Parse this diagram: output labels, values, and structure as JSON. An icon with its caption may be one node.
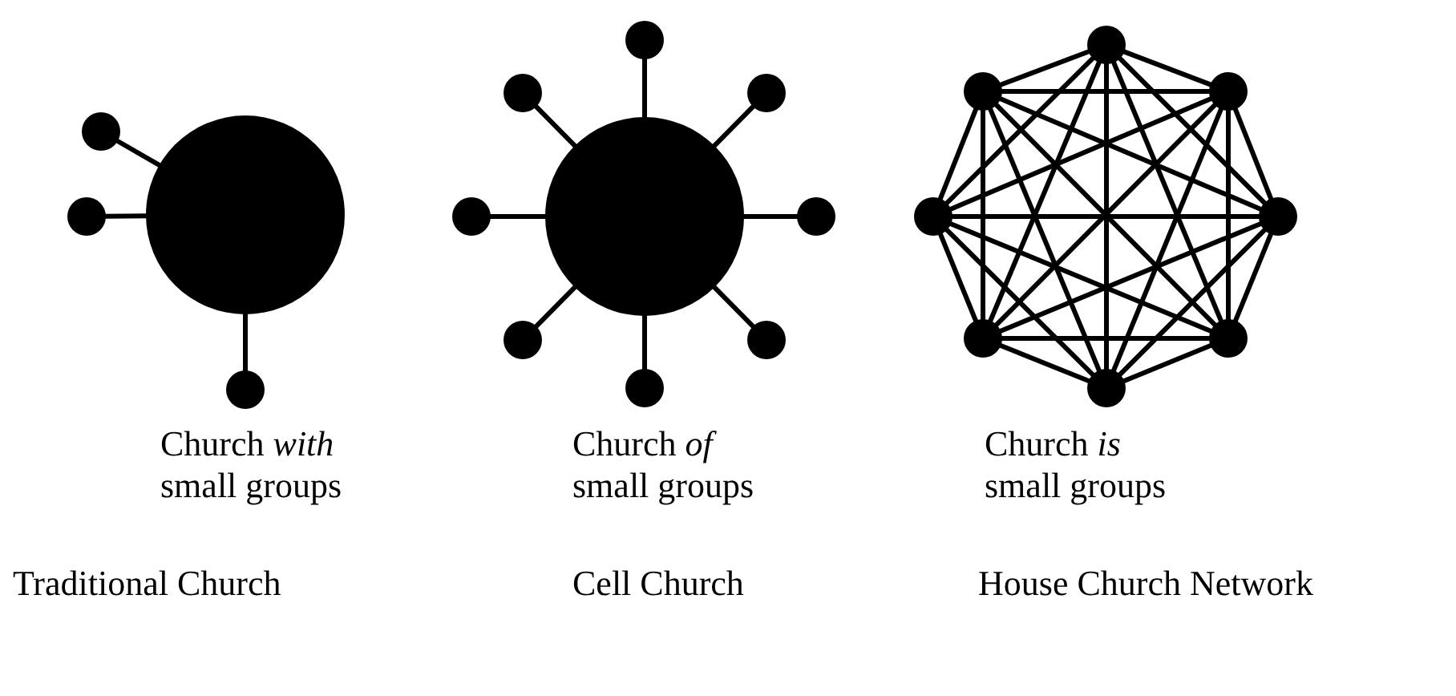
{
  "diagram": {
    "nodes": [
      {
        "text": [],
        "shape": "circle"
      },
      {
        "text": [],
        "shape": "circle"
      },
      {
        "text": [],
        "shape": "circle"
      },
      {
        "text": [],
        "shape": "circle"
      },
      {
        "text": [],
        "shape": "circle"
      },
      {
        "text": [],
        "shape": "circle"
      },
      {
        "text": [],
        "shape": "circle"
      },
      {
        "text": [],
        "shape": "circle"
      },
      {
        "text": [],
        "shape": "circle"
      },
      {
        "text": [],
        "shape": "circle"
      },
      {
        "text": [],
        "shape": "circle"
      },
      {
        "text": [],
        "shape": "circle"
      },
      {
        "text": [],
        "shape": "circle"
      },
      {
        "text": [],
        "shape": "circle"
      },
      {
        "text": [],
        "shape": "circle"
      },
      {
        "text": [],
        "shape": "circle"
      },
      {
        "text": [],
        "shape": "circle"
      },
      {
        "text": [],
        "shape": "circle"
      },
      {
        "text": [],
        "shape": "circle"
      },
      {
        "text": [],
        "shape": "circle"
      },
      {
        "text": [],
        "shape": "circle"
      }
    ],
    "edges": [
      {
        "from": 0,
        "to": 1,
        "arrow": "none"
      },
      {
        "from": 0,
        "to": 2,
        "arrow": "none"
      },
      {
        "from": 0,
        "to": 3,
        "arrow": "none"
      },
      {
        "from": 4,
        "to": 5,
        "arrow": "none"
      },
      {
        "from": 4,
        "to": 6,
        "arrow": "none"
      },
      {
        "from": 4,
        "to": 7,
        "arrow": "none"
      },
      {
        "from": 4,
        "to": 8,
        "arrow": "none"
      },
      {
        "from": 4,
        "to": 9,
        "arrow": "none"
      },
      {
        "from": 4,
        "to": 10,
        "arrow": "none"
      },
      {
        "from": 4,
        "to": 11,
        "arrow": "none"
      },
      {
        "from": 4,
        "to": 12,
        "arrow": "none"
      },
      {
        "from": 13,
        "to": 14,
        "arrow": "none"
      },
      {
        "from": 13,
        "to": 15,
        "arrow": "none"
      },
      {
        "from": 13,
        "to": 16,
        "arrow": "none"
      },
      {
        "from": 13,
        "to": 17,
        "arrow": "none"
      },
      {
        "from": 13,
        "to": 18,
        "arrow": "none"
      },
      {
        "from": 13,
        "to": 19,
        "arrow": "none"
      },
      {
        "from": 13,
        "to": 20,
        "arrow": "none"
      },
      {
        "from": 14,
        "to": 15,
        "arrow": "none"
      },
      {
        "from": 14,
        "to": 16,
        "arrow": "none"
      },
      {
        "from": 14,
        "to": 17,
        "arrow": "none"
      },
      {
        "from": 14,
        "to": 18,
        "arrow": "none"
      },
      {
        "from": 14,
        "to": 19,
        "arrow": "none"
      },
      {
        "from": 14,
        "to": 20,
        "arrow": "none"
      },
      {
        "from": 15,
        "to": 16,
        "arrow": "none"
      },
      {
        "from": 15,
        "to": 17,
        "arrow": "none"
      },
      {
        "from": 15,
        "to": 18,
        "arrow": "none"
      },
      {
        "from": 15,
        "to": 19,
        "arrow": "none"
      },
      {
        "from": 15,
        "to": 20,
        "arrow": "none"
      },
      {
        "from": 16,
        "to": 17,
        "arrow": "none"
      },
      {
        "from": 16,
        "to": 18,
        "arrow": "none"
      },
      {
        "from": 16,
        "to": 19,
        "arrow": "none"
      },
      {
        "from": 16,
        "to": 20,
        "arrow": "none"
      },
      {
        "from": 17,
        "to": 18,
        "arrow": "none"
      },
      {
        "from": 17,
        "to": 19,
        "arrow": "none"
      },
      {
        "from": 17,
        "to": 20,
        "arrow": "none"
      },
      {
        "from": 18,
        "to": 19,
        "arrow": "none"
      },
      {
        "from": 18,
        "to": 20,
        "arrow": "none"
      },
      {
        "from": 19,
        "to": 20,
        "arrow": "none"
      }
    ],
    "labels": [
      "Church *with* small groups",
      "Church *of* small groups",
      "Church *is* small groups",
      "Traditional Church",
      "Cell Church",
      "House Church Network"
    ]
  }
}
